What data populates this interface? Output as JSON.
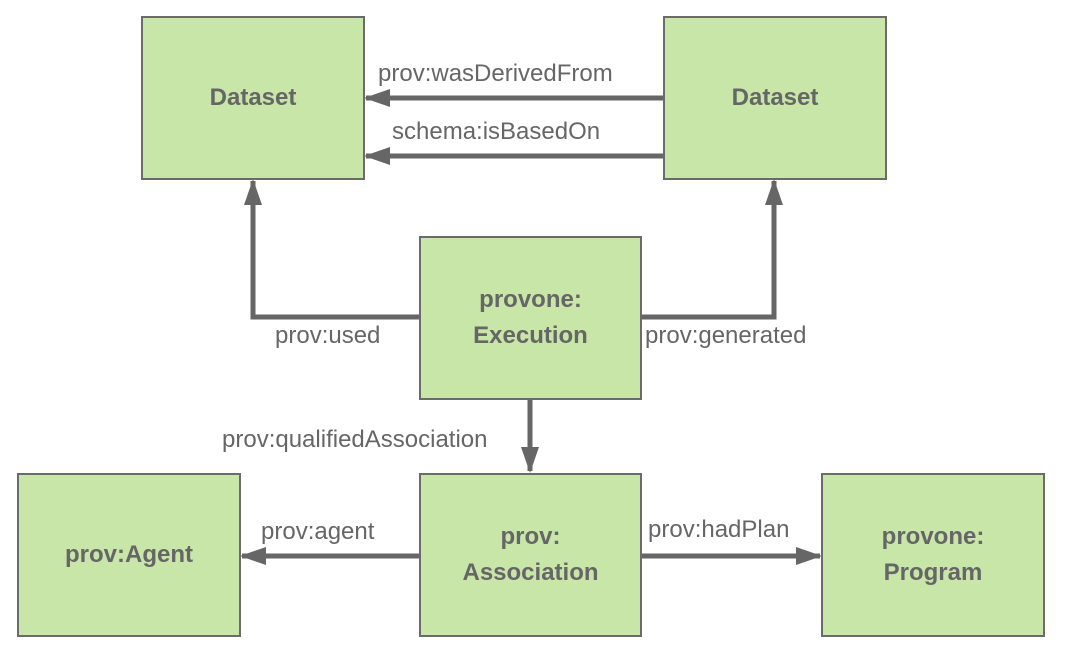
{
  "nodes": {
    "dataset_left": {
      "label": "Dataset"
    },
    "dataset_right": {
      "label": "Dataset"
    },
    "execution": {
      "line1": "provone:",
      "line2": "Execution"
    },
    "agent": {
      "label": "prov:Agent"
    },
    "association": {
      "line1": "prov:",
      "line2": "Association"
    },
    "program": {
      "line1": "provone:",
      "line2": "Program"
    }
  },
  "edges": {
    "was_derived_from": "prov:wasDerivedFrom",
    "is_based_on": "schema:isBasedOn",
    "used": "prov:used",
    "generated": "prov:generated",
    "qualified_association": "prov:qualifiedAssociation",
    "agent": "prov:agent",
    "had_plan": "prov:hadPlan"
  },
  "colors": {
    "node_fill": "#c8e6a8",
    "node_border": "#6b6b6b",
    "arrow": "#666666",
    "text": "#666666"
  }
}
